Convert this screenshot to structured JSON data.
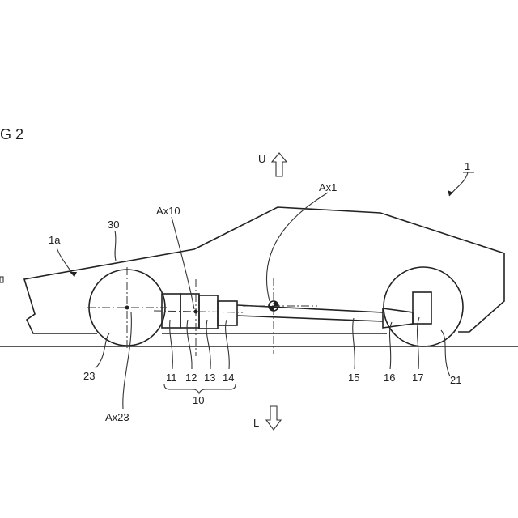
{
  "figure_title": "G 2",
  "directions": {
    "up": "U",
    "down": "L"
  },
  "labels": {
    "vehicle": "1",
    "vehicle_front": "1a",
    "body": "30",
    "axis_unit": "Ax10",
    "axis_vehicle": "Ax1",
    "axis_front_wheel": "Ax23",
    "front_wheel": "23",
    "rear_wheel": "21",
    "part11": "11",
    "part12": "12",
    "part13": "13",
    "part14": "14",
    "unit": "10",
    "shaft": "15",
    "part16": "16",
    "part17": "17"
  }
}
